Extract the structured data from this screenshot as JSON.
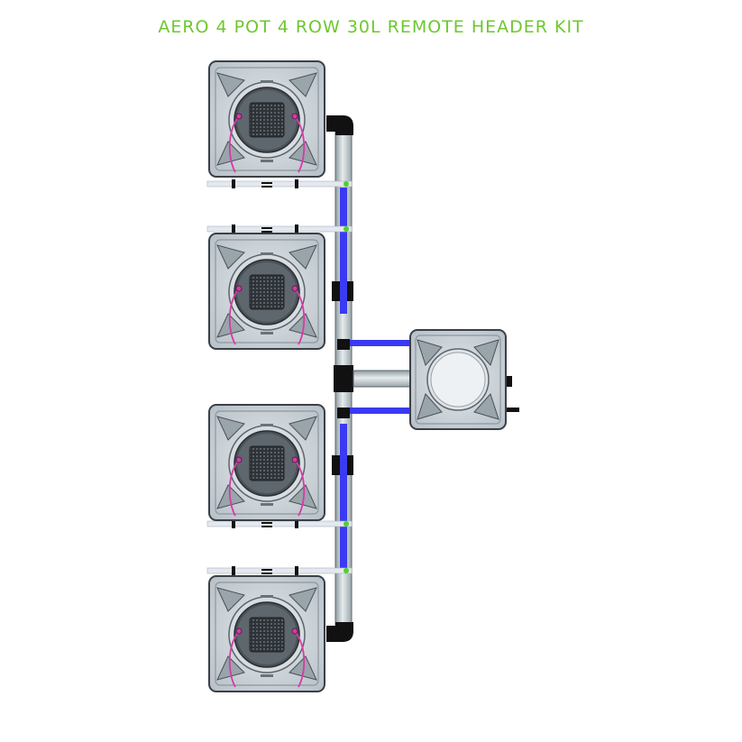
{
  "header": {
    "title": "AERO 4 POT 4 ROW 30L REMOTE HEADER KIT",
    "title_color": "#6dc82d"
  },
  "colors": {
    "pot_body": "#cfd6dc",
    "pot_outline": "#3a4046",
    "pipe_grey": "#bcc6ca",
    "hose_blue": "#3a3af2",
    "drip_line": "#d63aa8",
    "connector_green": "#4fd12a",
    "fitting_black": "#111111"
  },
  "diagram": {
    "pot_count": 4,
    "rows": 4,
    "components": [
      "pot-1",
      "pot-2",
      "pot-3",
      "pot-4",
      "header-pipe",
      "reservoir"
    ]
  }
}
